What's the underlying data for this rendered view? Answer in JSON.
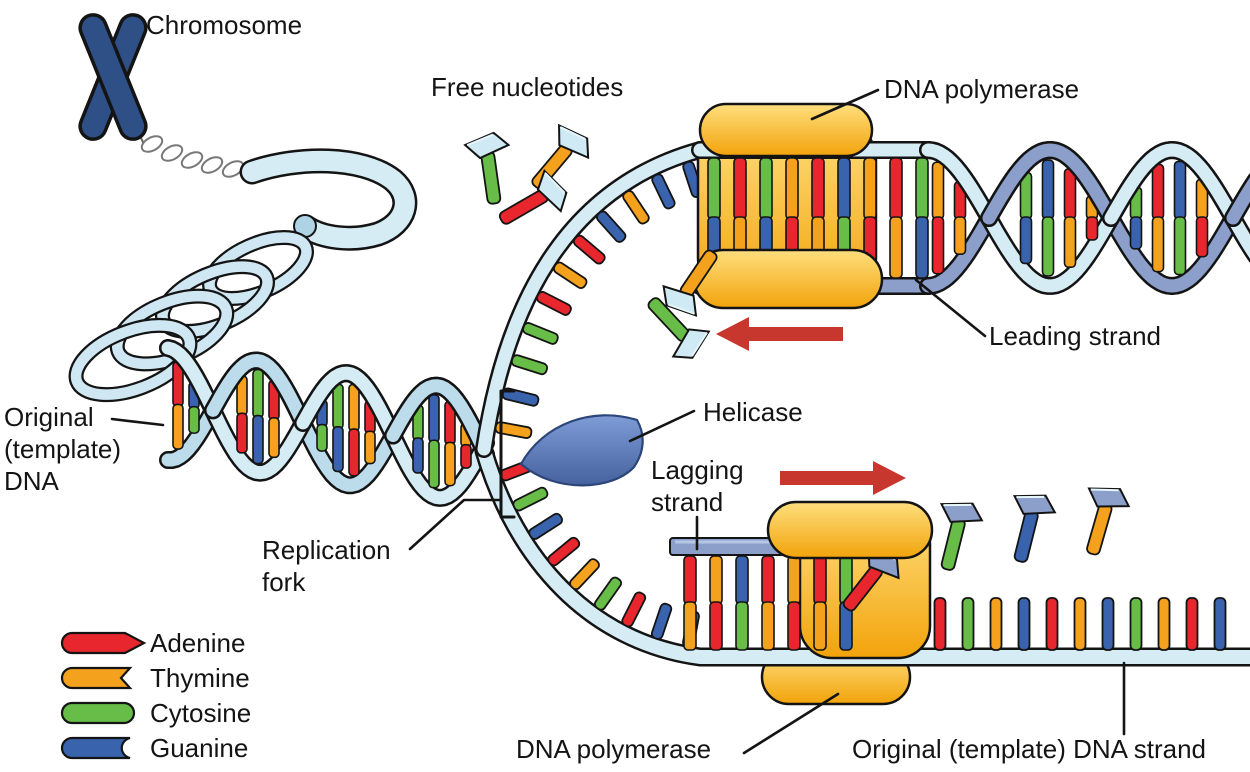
{
  "labels": {
    "chromosome": "Chromosome",
    "free_nucleotides": "Free nucleotides",
    "dna_polymerase_top": "DNA polymerase",
    "leading_strand": "Leading strand",
    "original_dna_1": "Original",
    "original_dna_2": "(template)",
    "original_dna_3": "DNA",
    "helicase": "Helicase",
    "lagging_1": "Lagging",
    "lagging_2": "strand",
    "replication_1": "Replication",
    "replication_2": "fork",
    "dna_polymerase_bottom": "DNA polymerase",
    "original_template_strand": "Original (template) DNA strand"
  },
  "legend": {
    "items": [
      {
        "label": "Adenine",
        "base": "A"
      },
      {
        "label": "Thymine",
        "base": "T"
      },
      {
        "label": "Cytosine",
        "base": "C"
      },
      {
        "label": "Guanine",
        "base": "G"
      }
    ]
  },
  "colors": {
    "adenine": "#e8262d",
    "thymine": "#f4a11d",
    "cytosine": "#67bd47",
    "guanine": "#3a63ad",
    "backbone_light": "#d6ecf5",
    "backbone_light2": "#bcdcec",
    "backbone_slate": "#8b9fca",
    "outline": "#141414",
    "polymerase": "#f2a30b",
    "polymerase_hi": "#ffdf7e",
    "helicase": "#45629f",
    "helicase_hi": "#7e9cd6",
    "chromosome": "#2f4f87",
    "arrow": "#c8372d",
    "plate_cyan": "#cfeaf4",
    "plate_slate": "#8b9fca",
    "text": "#141414"
  },
  "sequences": {
    "original_helix_pairs": [
      "AT",
      "GC",
      "TA",
      "CG",
      "AT",
      "GC",
      "CG",
      "TA",
      "AT",
      "CG",
      "GC",
      "AT",
      "TA",
      "CG"
    ],
    "top_template": [
      "T",
      "G",
      "C",
      "C",
      "A",
      "T",
      "A",
      "G",
      "T",
      "G",
      "G"
    ],
    "leading_ladder_pairs": [
      "CG",
      "AT",
      "CG",
      "TA",
      "AT",
      "GC",
      "TA",
      "AT",
      "CG"
    ],
    "leading_twist_pairs": [
      "TA",
      "AT",
      "CG",
      "GC",
      "AT",
      "TA",
      "CG",
      "AT",
      "GC",
      "TA",
      "CG",
      "AT"
    ],
    "bottom_template_curve": [
      "A",
      "C",
      "G",
      "A",
      "T",
      "C",
      "A",
      "G",
      "G"
    ],
    "bottom_template_horizontal": [
      "C",
      "A",
      "C",
      "T",
      "G",
      "A",
      "T",
      "G",
      "C",
      "T",
      "A",
      "G"
    ],
    "lagging_pairs": [
      "AT",
      "TA",
      "GC",
      "AT",
      "TA",
      "AT",
      "CG"
    ],
    "free_nucleotides_top": [
      "C",
      "T",
      "A",
      "T",
      "C"
    ],
    "free_nucleotides_bottom": [
      "C",
      "G",
      "T"
    ],
    "incoming_nucleotide": "A"
  }
}
